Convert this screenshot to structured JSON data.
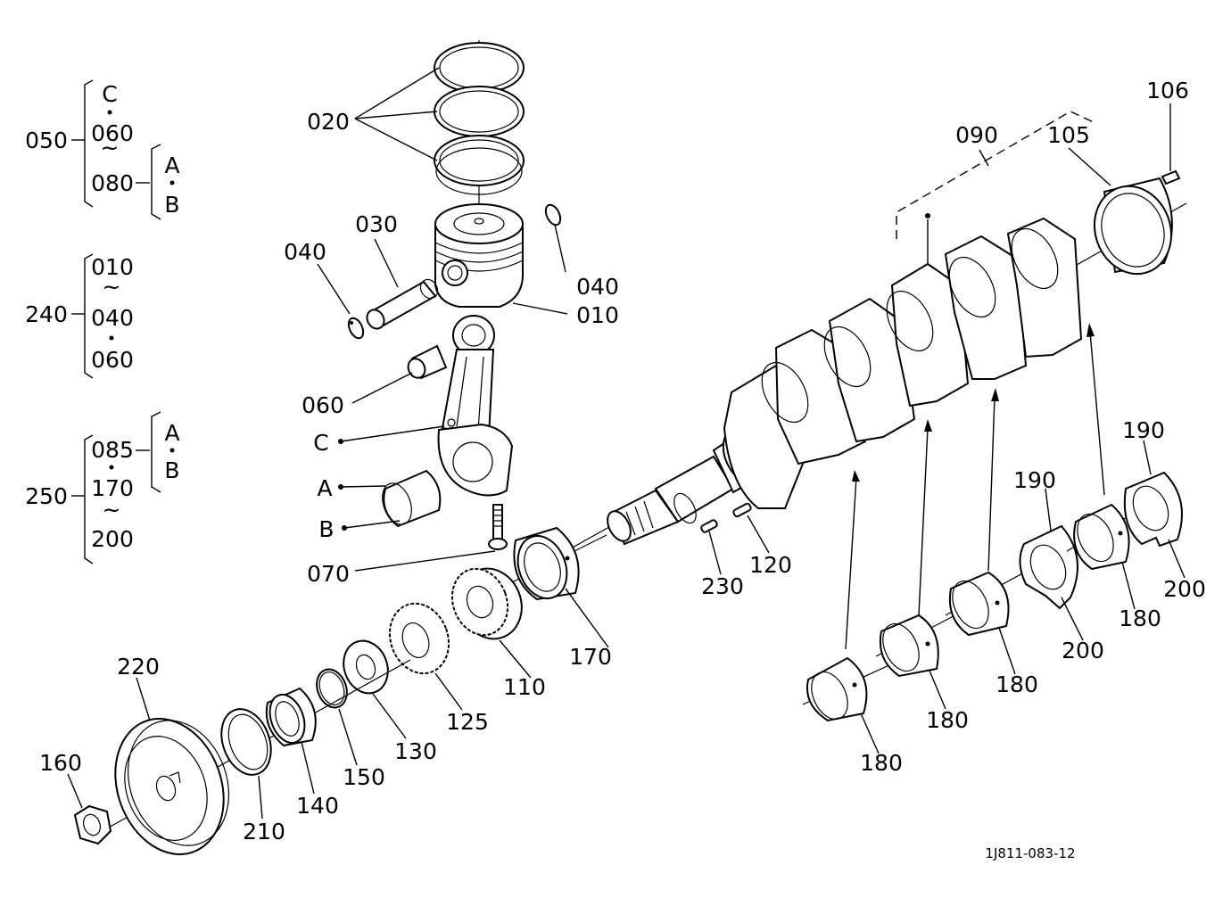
{
  "labels": {
    "p020": "020",
    "p030": "030",
    "p040a": "040",
    "p040b": "040",
    "p010": "010",
    "p060": "060",
    "pC": "C",
    "pA": "A",
    "pB": "B",
    "p070": "070",
    "p050": "050",
    "p240": "240",
    "p250": "250",
    "g050_c": "C",
    "g050_060": "060",
    "g050_080": "080",
    "g050_a": "A",
    "g050_b": "B",
    "g240_010": "010",
    "g240_040": "040",
    "g240_060": "060",
    "g250_085": "085",
    "g250_170": "170",
    "g250_200": "200",
    "g250_a": "A",
    "g250_b": "B",
    "p090": "090",
    "p105": "105",
    "p106": "106",
    "p120": "120",
    "p230": "230",
    "p170": "170",
    "p110": "110",
    "p125": "125",
    "p130": "130",
    "p150": "150",
    "p140": "140",
    "p210": "210",
    "p220": "220",
    "p160": "160",
    "p180a": "180",
    "p180b": "180",
    "p180c": "180",
    "p180d": "180",
    "p190a": "190",
    "p190b": "190",
    "p200a": "200",
    "p200b": "200"
  },
  "drawing_code": "1J811-083-12"
}
